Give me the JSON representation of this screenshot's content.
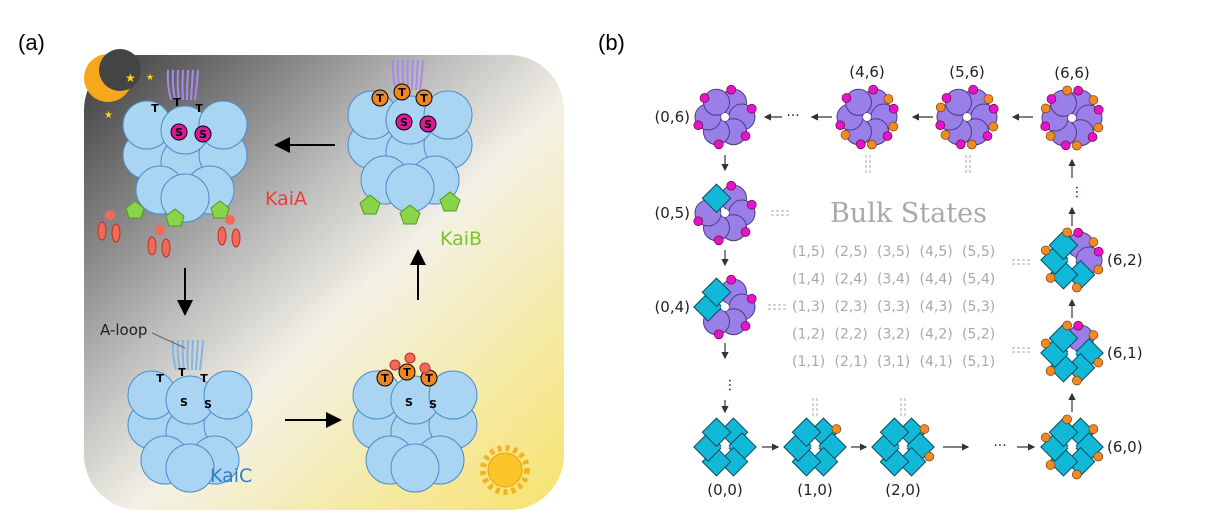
{
  "panel_a": {
    "label": "(a)",
    "kaiA": "KaiA",
    "kaiB": "KaiB",
    "kaiC": "KaiC",
    "aloop": "A-loop",
    "complexes": [
      {
        "id": "night-top-left",
        "sites": [
          "T",
          "T",
          "T",
          "S",
          "S"
        ],
        "site_colors": [
          "none",
          "none",
          "none",
          "#e0179a",
          "#e0179a"
        ]
      },
      {
        "id": "top-right",
        "sites": [
          "T",
          "T",
          "T",
          "S",
          "S"
        ],
        "site_colors": [
          "#f0861f",
          "#f0861f",
          "#f0861f",
          "#e0179a",
          "#e0179a"
        ]
      },
      {
        "id": "bottom-left",
        "sites": [
          "T",
          "T",
          "T",
          "S",
          "S"
        ],
        "site_colors": [
          "none",
          "none",
          "none",
          "none",
          "none"
        ]
      },
      {
        "id": "bottom-right",
        "sites": [
          "T",
          "T",
          "T",
          "S",
          "S"
        ],
        "site_colors": [
          "#f0861f",
          "#f0861f",
          "#f0861f",
          "none",
          "none"
        ]
      }
    ],
    "colors": {
      "kaiA": "#e8403a",
      "kaiB": "#7cc42a",
      "kaiC": "#2f7fc8",
      "kaic_body": "#a9d4f2",
      "phospho_T": "#f0861f",
      "phospho_S": "#e0179a"
    }
  },
  "panel_b": {
    "label": "(b)",
    "bulk_title": "Bulk States",
    "bulk_grid": [
      [
        "(1,5)",
        "(2,5)",
        "(3,5)",
        "(4,5)",
        "(5,5)"
      ],
      [
        "(1,4)",
        "(2,4)",
        "(3,4)",
        "(4,4)",
        "(5,4)"
      ],
      [
        "(1,3)",
        "(2,3)",
        "(3,3)",
        "(4,3)",
        "(5,3)"
      ],
      [
        "(1,2)",
        "(2,2)",
        "(3,2)",
        "(4,2)",
        "(5,2)"
      ],
      [
        "(1,1)",
        "(2,1)",
        "(3,1)",
        "(4,1)",
        "(5,1)"
      ]
    ],
    "states": [
      {
        "label": "(0,6)",
        "a": 0,
        "b": 6
      },
      {
        "label": "(4,6)",
        "a": 4,
        "b": 6
      },
      {
        "label": "(5,6)",
        "a": 5,
        "b": 6
      },
      {
        "label": "(6,6)",
        "a": 6,
        "b": 6
      },
      {
        "label": "(0,5)",
        "a": 0,
        "b": 5
      },
      {
        "label": "(0,4)",
        "a": 0,
        "b": 4
      },
      {
        "label": "(0,0)",
        "a": 0,
        "b": 0
      },
      {
        "label": "(1,0)",
        "a": 1,
        "b": 0
      },
      {
        "label": "(2,0)",
        "a": 2,
        "b": 0
      },
      {
        "label": "(6,0)",
        "a": 6,
        "b": 0
      },
      {
        "label": "(6,1)",
        "a": 6,
        "b": 1
      },
      {
        "label": "(6,2)",
        "a": 6,
        "b": 2
      }
    ],
    "ellipsis": "···",
    "colors": {
      "purple": "#9b7fe8",
      "cyan": "#12b8d8",
      "magenta": "#e612d2",
      "orange": "#f08a24"
    }
  }
}
